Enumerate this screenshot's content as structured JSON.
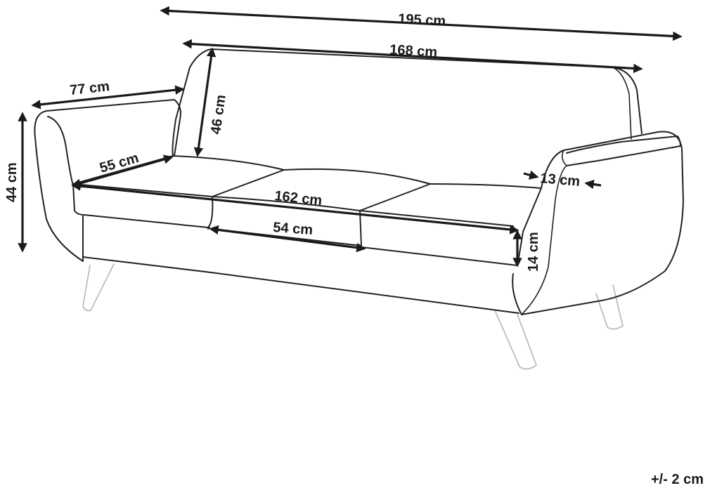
{
  "dimensions": {
    "total_width": "195 cm",
    "backrest_width": "168 cm",
    "depth": "77 cm",
    "backrest_height": "46 cm",
    "arm_height": "44 cm",
    "seat_depth": "55 cm",
    "seat_width": "162 cm",
    "cushion_width": "54 cm",
    "arm_width": "13 cm",
    "seat_height": "14 cm"
  },
  "tolerance": "+/- 2 cm"
}
